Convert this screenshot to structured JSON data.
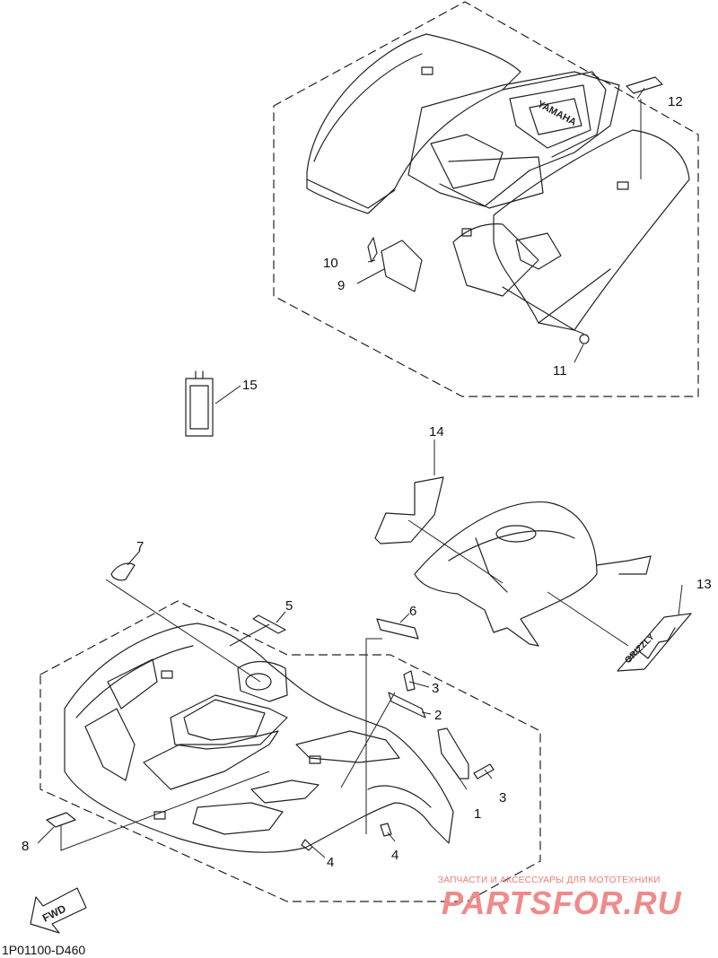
{
  "diagram_code": "1P01100-D460",
  "fwd_label": "FWD",
  "rear_fender_brand": "YAMAHA",
  "front_decal_text": "GRIZZLY",
  "watermark": {
    "caption": "ЗАПЧАСТИ И АКСЕССУАРЫ ДЛЯ МОТОТЕХНИКИ",
    "logo": "PARTSFOR.RU"
  },
  "callouts": [
    "1",
    "2",
    "3",
    "3",
    "4",
    "4",
    "5",
    "6",
    "7",
    "8",
    "9",
    "10",
    "11",
    "12",
    "13",
    "14",
    "15"
  ],
  "colors": {
    "line": "#222222",
    "watermark": "#ee7b7b"
  }
}
